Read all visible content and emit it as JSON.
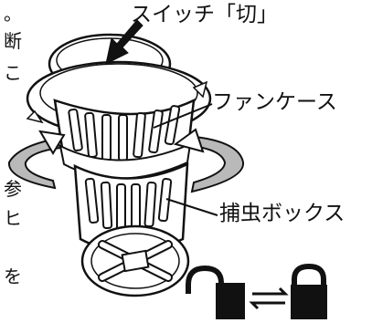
{
  "labels": {
    "switch_off": "スイッチ「切」",
    "fan_case": "ファンケース",
    "insect_box": "捕虫ボックス"
  },
  "edge_text": [
    "。",
    "断",
    "こ",
    "参",
    "ヒ",
    "を"
  ],
  "icons": {
    "lock_open": "unlocked-padlock-icon",
    "lock_closed": "locked-padlock-icon",
    "toggle": "two-way-arrow-icon"
  },
  "colors": {
    "stroke": "#111111",
    "arrow_fill": "#b9b9b9",
    "body_fill": "#ffffff"
  }
}
